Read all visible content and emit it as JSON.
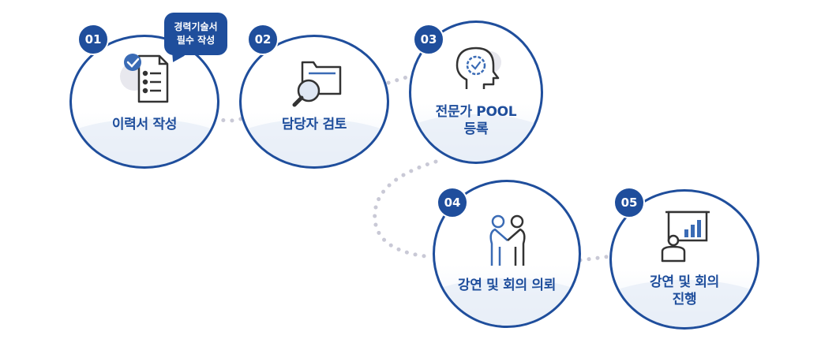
{
  "steps": [
    {
      "number": "01",
      "label": "이력서 작성",
      "icon": "resume-checklist-icon"
    },
    {
      "number": "02",
      "label": "담당자 검토",
      "icon": "folder-search-icon"
    },
    {
      "number": "03",
      "label": "전문가 POOL\n등록",
      "icon": "head-gear-icon"
    },
    {
      "number": "04",
      "label": "강연 및 회의 의뢰",
      "icon": "handshake-icon"
    },
    {
      "number": "05",
      "label": "강연 및 회의\n진행",
      "icon": "presentation-icon"
    }
  ],
  "tooltip": {
    "text": "경력기술서\n필수 작성"
  },
  "colors": {
    "primary": "#1f4e9c",
    "connector": "#c9c9d6"
  }
}
